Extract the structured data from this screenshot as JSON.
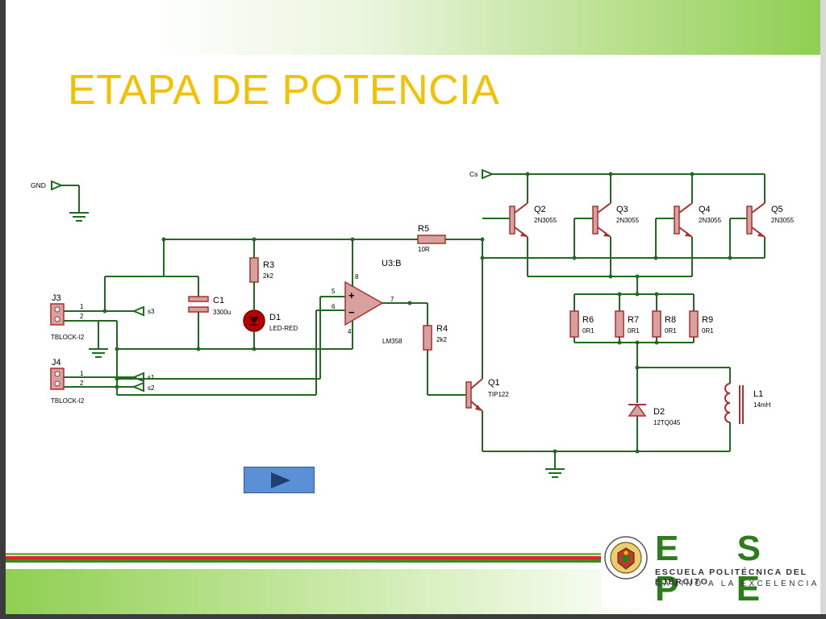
{
  "slide": {
    "title": "ETAPA DE POTENCIA"
  },
  "schematic": {
    "nets": {
      "gnd": "GND",
      "cs": "Cs",
      "s1": "s1",
      "s2": "s2",
      "s3": "s3"
    },
    "components": {
      "j3": {
        "ref": "J3",
        "value": "TBLOCK-I2",
        "pin1": "1",
        "pin2": "2"
      },
      "j4": {
        "ref": "J4",
        "value": "TBLOCK-I2",
        "pin1": "1",
        "pin2": "2"
      },
      "c1": {
        "ref": "C1",
        "value": "3300u"
      },
      "r3": {
        "ref": "R3",
        "value": "2k2"
      },
      "d1": {
        "ref": "D1",
        "value": "LED-RED"
      },
      "u3": {
        "ref": "U3:B",
        "value": "LM358",
        "pin5": "5",
        "pin6": "6",
        "pin7": "7",
        "pin8": "8",
        "pin4": "4",
        "plus": "+",
        "minus": "−"
      },
      "r5": {
        "ref": "R5",
        "value": "10R"
      },
      "r4": {
        "ref": "R4",
        "value": "2k2"
      },
      "q1": {
        "ref": "Q1",
        "value": "TIP122"
      },
      "q2": {
        "ref": "Q2",
        "value": "2N3055"
      },
      "q3": {
        "ref": "Q3",
        "value": "2N3055"
      },
      "q4": {
        "ref": "Q4",
        "value": "2N3055"
      },
      "q5": {
        "ref": "Q5",
        "value": "2N3055"
      },
      "r6": {
        "ref": "R6",
        "value": "0R1"
      },
      "r7": {
        "ref": "R7",
        "value": "0R1"
      },
      "r8": {
        "ref": "R8",
        "value": "0R1"
      },
      "r9": {
        "ref": "R9",
        "value": "0R1"
      },
      "d2": {
        "ref": "D2",
        "value": "12TQ045"
      },
      "l1": {
        "ref": "L1",
        "value": "14mH"
      }
    },
    "colors": {
      "wire": "#1f6b1f",
      "component": "#a8302f",
      "text": "#000000",
      "junction": "#1f6b1f"
    }
  },
  "controls": {
    "play_icon": "play-icon"
  },
  "logo": {
    "name": "E S P E",
    "line1": "ESCUELA POLITÉCNICA DEL EJÉRCITO",
    "line2": "CAMINO A LA EXCELENCIA",
    "colors": {
      "brand": "#2e7d1d",
      "title": "#f2c200"
    }
  }
}
